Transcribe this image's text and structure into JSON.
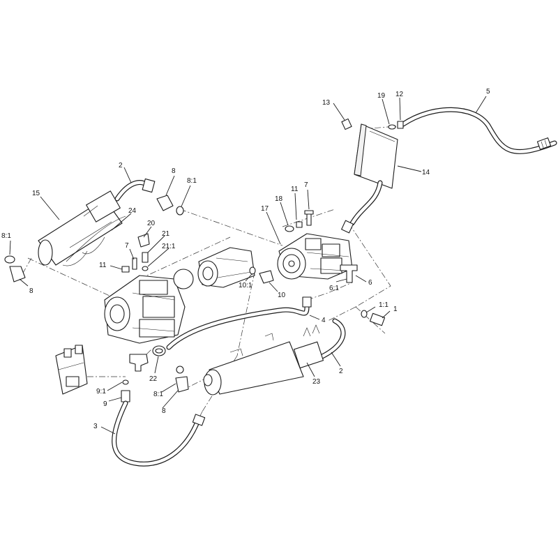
{
  "callouts": [
    {
      "id": "c1",
      "text": "1"
    },
    {
      "id": "c1-1",
      "text": "1:1"
    },
    {
      "id": "c2-top",
      "text": "2"
    },
    {
      "id": "c2-right",
      "text": "2"
    },
    {
      "id": "c3",
      "text": "3"
    },
    {
      "id": "c4",
      "text": "4"
    },
    {
      "id": "c5",
      "text": "5"
    },
    {
      "id": "c6",
      "text": "6"
    },
    {
      "id": "c6-1",
      "text": "6:1"
    },
    {
      "id": "c7-left",
      "text": "7"
    },
    {
      "id": "c7-right",
      "text": "7"
    },
    {
      "id": "c8-top",
      "text": "8"
    },
    {
      "id": "c8-1-top",
      "text": "8:1"
    },
    {
      "id": "c8-1-left",
      "text": "8:1"
    },
    {
      "id": "c8-left",
      "text": "8"
    },
    {
      "id": "c8-1-bottom",
      "text": "8:1"
    },
    {
      "id": "c8-bottom",
      "text": "8"
    },
    {
      "id": "c9",
      "text": "9"
    },
    {
      "id": "c9-1",
      "text": "9:1"
    },
    {
      "id": "c10",
      "text": "10"
    },
    {
      "id": "c10-1",
      "text": "10:1"
    },
    {
      "id": "c11-left",
      "text": "11"
    },
    {
      "id": "c11-right",
      "text": "11"
    },
    {
      "id": "c12",
      "text": "12"
    },
    {
      "id": "c13",
      "text": "13"
    },
    {
      "id": "c14",
      "text": "14"
    },
    {
      "id": "c15",
      "text": "15"
    },
    {
      "id": "c17",
      "text": "17"
    },
    {
      "id": "c18",
      "text": "18"
    },
    {
      "id": "c19",
      "text": "19"
    },
    {
      "id": "c20",
      "text": "20"
    },
    {
      "id": "c21",
      "text": "21"
    },
    {
      "id": "c21-1",
      "text": "21:1"
    },
    {
      "id": "c22",
      "text": "22"
    },
    {
      "id": "c23",
      "text": "23"
    },
    {
      "id": "c24",
      "text": "24"
    }
  ]
}
